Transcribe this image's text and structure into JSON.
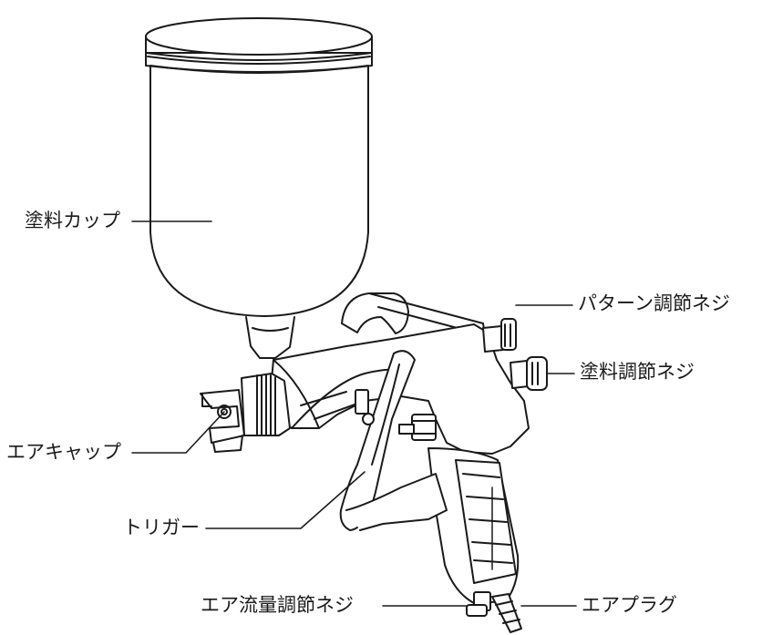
{
  "diagram": {
    "labels": {
      "paint_cup": "塗料カップ",
      "pattern_screw": "パターン調節ネジ",
      "paint_screw": "塗料調節ネジ",
      "air_cap": "エアキャップ",
      "trigger": "トリガー",
      "air_flow_screw": "エア流量調節ネジ",
      "air_plug": "エアプラグ"
    },
    "colors": {
      "line": "#1a1a1a",
      "body_fill": "#ffffff"
    }
  }
}
